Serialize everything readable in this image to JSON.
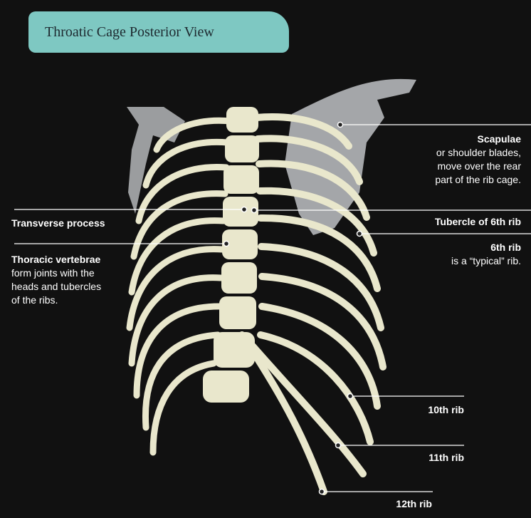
{
  "title": "Throatic Cage Posterior View",
  "colors": {
    "background": "#111111",
    "title_box": "#7ec8c2",
    "bone": "#e9e7cc",
    "scapula": "#c9cccf",
    "leader_line": "#ffffff"
  },
  "labels": {
    "scapulae": {
      "heading": "Scapulae",
      "line1": "or shoulder blades,",
      "line2": "move over the rear",
      "line3": "part of the rib cage."
    },
    "transverse_process": {
      "heading": "Transverse process"
    },
    "tubercle_6th_rib": {
      "heading": "Tubercle of 6th rib"
    },
    "sixth_rib": {
      "heading": "6th rib",
      "line1": "is a “typical” rib."
    },
    "thoracic_vertebrae": {
      "heading": "Thoracic vertebrae",
      "line1": "form joints with the",
      "line2": "heads and tubercles",
      "line3": "of the ribs."
    },
    "rib_10": {
      "heading": "10th rib"
    },
    "rib_11": {
      "heading": "11th rib"
    },
    "rib_12": {
      "heading": "12th rib"
    }
  }
}
